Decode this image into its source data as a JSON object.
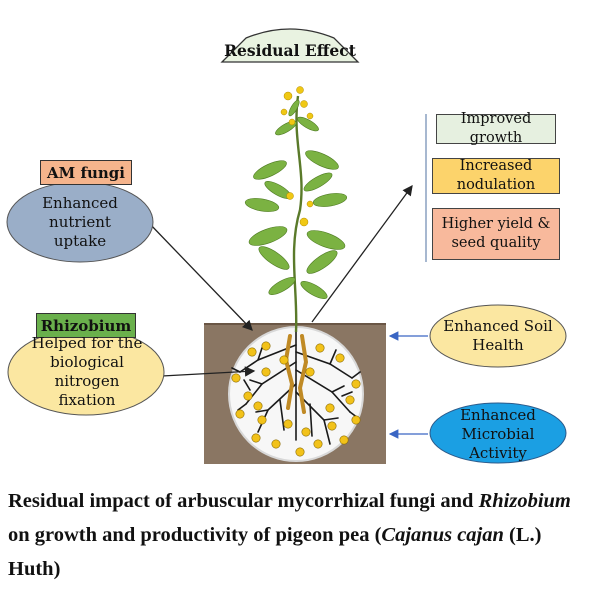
{
  "title": "Residual Effect",
  "am_fungi": {
    "label": "AM fungi",
    "effect": "Enhanced nutrient uptake"
  },
  "rhizobium": {
    "label": "Rhizobium",
    "effect": "Helped for the biological nitrogen fixation"
  },
  "results": [
    "Improved growth",
    "Increased nodulation",
    "Higher yield & seed quality"
  ],
  "soil_effects": [
    "Enhanced Soil Health",
    "Enhanced Microbial Activity"
  ],
  "caption": {
    "part1": "Residual impact of arbuscular mycorrhizal fungi and ",
    "italic1": "Rhizobium",
    "part2": " on growth and productivity of pigeon pea (",
    "italic2": "Cajanus cajan",
    "part3": " (L.) Huth)"
  },
  "colors": {
    "title_fill": "#e9f3e1",
    "am_tag": "#f5b48c",
    "am_ellipse": "#9aaec8",
    "rhizo_tag": "#6ab04c",
    "rhizo_ellipse": "#fbe7a1",
    "result_1": "#e6f0e0",
    "result_2": "#fcd36b",
    "result_3": "#f8b99c",
    "soil_health": "#fbe7a1",
    "microbial": "#1b9fe3",
    "soil": "#8a7663"
  }
}
